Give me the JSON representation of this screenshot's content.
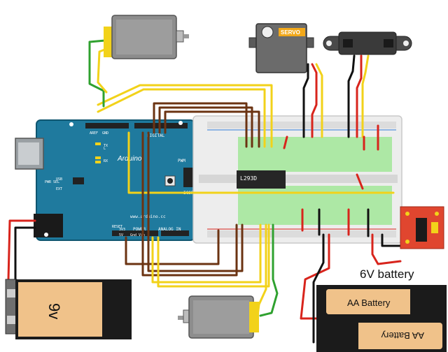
{
  "labels": {
    "battery_caption": "6V battery",
    "nine_volt": "9v",
    "aa_top": "AA Battery",
    "aa_bottom": "AA Battery",
    "servo_brand": "SERVO",
    "ic_label": "L293D",
    "arduino_brand": "Arduino",
    "arduino_url": "www.arduino.cc",
    "digital_header": "DIGITAL",
    "power_header": "POWER",
    "analog_header": "ANALOG IN",
    "pwm_label": "PWM",
    "icsp_label": "ICSP",
    "aref": "AREF",
    "gnd": "GND",
    "pwr_sel": "PWR SEL",
    "usb": "USB",
    "ext": "EXT",
    "reset": "RESET",
    "v3": "3V3",
    "v5": "5V",
    "gnd_vin": "Gnd Vin",
    "tx": "TX",
    "rx": "RX",
    "led_l": "L"
  },
  "colors": {
    "arduino_blue": "#1f7a9e",
    "arduino_dark": "#176582",
    "wire_yellow": "#f2d21a",
    "wire_brown": "#6b3312",
    "wire_red": "#d8241c",
    "wire_black": "#111111",
    "wire_green": "#2fa12f",
    "breadboard": "#ededed",
    "battery_orange": "#f0c28a",
    "motor_grey": "#8d8d8d",
    "module_red": "#e0462f"
  }
}
